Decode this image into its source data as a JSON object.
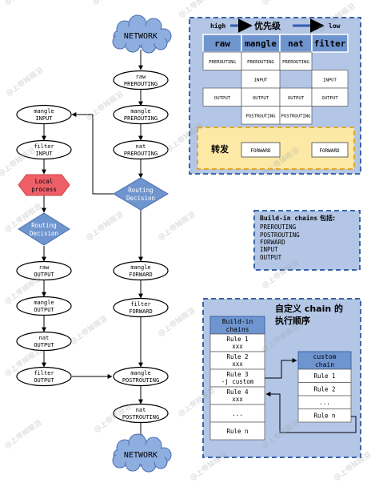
{
  "watermark": "@上帝掉眼泪",
  "colors": {
    "panel_fill": "#b4c6e6",
    "panel_stroke": "#3b65a8",
    "cloud_fill": "#8eaee0",
    "diamond_fill": "#6f95cf",
    "local_fill": "#ee5f68",
    "chinese_fill": "#fce9a6",
    "chinese_stroke": "#e3a82b",
    "header_fill": "#6f95cf"
  },
  "flow": {
    "network_top": "NETWORK",
    "network_bottom": "NETWORK",
    "right_column": [
      [
        "raw",
        "PREROUTING"
      ],
      [
        "mangle",
        "PREROUTING"
      ],
      [
        "nat",
        "PREROUTING"
      ]
    ],
    "routing_decision_1": [
      "Routing",
      "Decision"
    ],
    "forward_column": [
      [
        "mangle",
        "FORWARD"
      ],
      [
        "filter",
        "FORWARD"
      ]
    ],
    "post_column": [
      [
        "mangle",
        "POSTROUTING"
      ],
      [
        "nat",
        "POSTROUTING"
      ]
    ],
    "left_input": [
      [
        "mangle",
        "INPUT"
      ],
      [
        "filter",
        "INPUT"
      ]
    ],
    "local_process": [
      "Local",
      "process"
    ],
    "routing_decision_2": [
      "Routing",
      "Decision"
    ],
    "left_output": [
      [
        "raw",
        "OUTPUT"
      ],
      [
        "mangle",
        "OUTPUT"
      ],
      [
        "nat",
        "OUTPUT"
      ],
      [
        "filter",
        "OUTPUT"
      ]
    ]
  },
  "table_panel": {
    "high": "high",
    "priority": "优先级",
    "low": "low",
    "headers": [
      "raw",
      "mangle",
      "nat",
      "filter"
    ],
    "rows": [
      [
        "PREROUTING",
        "PREROUTING",
        "PREROUTING",
        ""
      ],
      [
        "",
        "INPUT",
        "",
        "INPUT"
      ],
      [
        "OUTPUT",
        "OUTPUT",
        "OUTPUT",
        "OUTPUT"
      ],
      [
        "",
        "POSTROUTING",
        "POSTROUTING",
        ""
      ]
    ],
    "forward_label": "转发",
    "forward_cells": [
      "FORWARD",
      "FORWARD"
    ]
  },
  "builtin_panel": {
    "title": "Build-in chains",
    "title_suffix": " 包括:",
    "items": [
      "PREROUTING",
      "POSTROUTING",
      "FORWARD",
      "INPUT",
      "OUTPUT"
    ]
  },
  "custom_panel": {
    "title_line1": "自定义 chain 的",
    "title_line2": "执行顺序",
    "builtin_header": [
      "Build-in",
      "chains"
    ],
    "builtin_rules": [
      [
        "Rule 1",
        "xxx"
      ],
      [
        "Rule 2",
        "xxx"
      ],
      [
        "Rule 3",
        "-j custom"
      ],
      [
        "Rule 4",
        "xxx"
      ],
      [
        "...",
        ""
      ],
      [
        "Rule n",
        ""
      ]
    ],
    "custom_header": [
      "custom",
      "chain"
    ],
    "custom_rules": [
      "Rule 1",
      "Rule 2",
      "...",
      "Rule n"
    ]
  }
}
